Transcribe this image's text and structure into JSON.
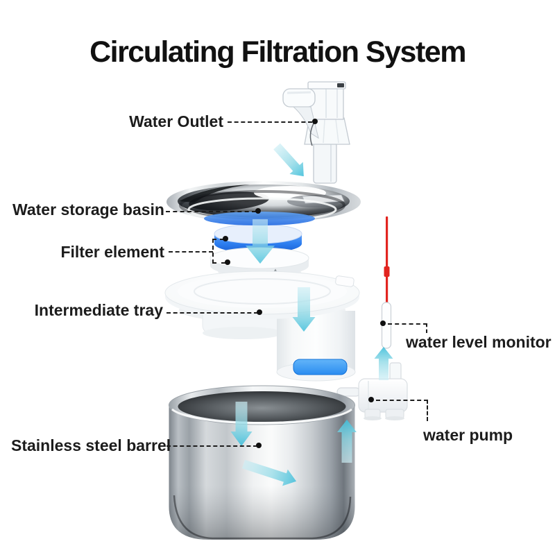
{
  "title": "Circulating Filtration System",
  "parts": [
    {
      "id": "water-outlet",
      "label": "Water Outlet"
    },
    {
      "id": "water-storage-basin",
      "label": "Water storage basin"
    },
    {
      "id": "filter-element",
      "label": "Filter element"
    },
    {
      "id": "intermediate-tray",
      "label": "Intermediate tray"
    },
    {
      "id": "water-level-monitor",
      "label": "water level monitor"
    },
    {
      "id": "water-pump",
      "label": "water pump"
    },
    {
      "id": "stainless-steel-barrel",
      "label": "Stainless steel barrel"
    }
  ],
  "flow_arrows": [
    {
      "id": "outlet-to-basin",
      "direction": "down-right"
    },
    {
      "id": "basin-through-filter",
      "direction": "down"
    },
    {
      "id": "tray-spout",
      "direction": "down"
    },
    {
      "id": "pump-to-monitor",
      "direction": "up"
    },
    {
      "id": "into-barrel",
      "direction": "down"
    },
    {
      "id": "barrel-flow",
      "direction": "right"
    },
    {
      "id": "barrel-up",
      "direction": "up"
    }
  ],
  "colors": {
    "background": "#ffffff",
    "title_text": "#111111",
    "label_text": "#1c1c1c",
    "leader_line": "#1d1d1d",
    "arrow_cyan": "#45c2dc",
    "filter_blue": "#2e7ff0",
    "window_blue": "#2b8df0",
    "monitor_red": "#e2241f"
  }
}
